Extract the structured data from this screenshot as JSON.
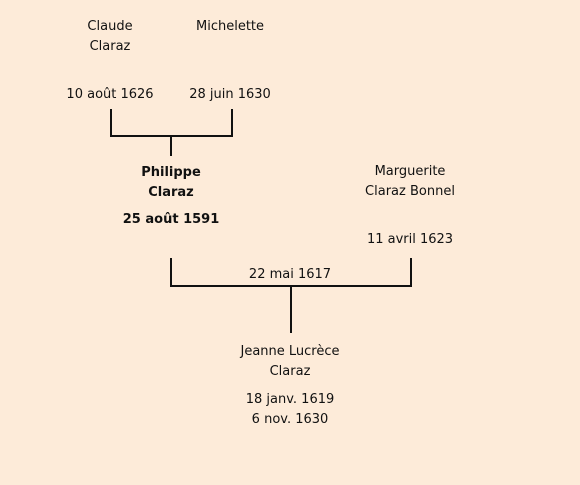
{
  "tree": {
    "father_of_subject": {
      "given_name": "Claude",
      "surname": "Claraz",
      "date": "10 août 1626"
    },
    "mother_of_subject": {
      "given_name": "Michelette",
      "date": "28 juin 1630"
    },
    "subject": {
      "given_name": "Philippe",
      "surname": "Claraz",
      "date": "25 août 1591"
    },
    "spouse": {
      "given_name": "Marguerite",
      "surname": "Claraz Bonnel",
      "date": "11 avril 1623"
    },
    "marriage_date": "22 mai 1617",
    "child": {
      "given_name": "Jeanne Lucrèce",
      "surname": "Claraz",
      "birth": "18 janv. 1619",
      "death": "6 nov. 1630"
    }
  },
  "colors": {
    "background": "#fdebd9",
    "line": "#111111"
  }
}
